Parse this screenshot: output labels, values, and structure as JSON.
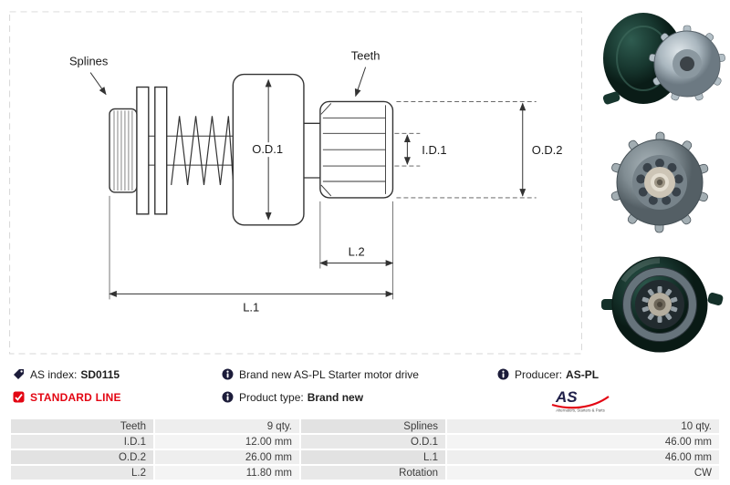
{
  "drawing": {
    "labels": {
      "splines": "Splines",
      "teeth": "Teeth",
      "od1": "O.D.1",
      "id1": "I.D.1",
      "od2": "O.D.2",
      "l2": "L.2",
      "l1": "L.1"
    }
  },
  "info": {
    "as_index": {
      "label": "AS index:",
      "value": "SD0115"
    },
    "standard_line": "STANDARD LINE",
    "description": "Brand new AS-PL Starter motor drive",
    "product_type": {
      "label": "Product type:",
      "value": "Brand new"
    },
    "producer": {
      "label": "Producer:",
      "value": "AS-PL"
    },
    "logo": {
      "text": "AS",
      "subtext": "Alternators, Starters & Parts"
    }
  },
  "photos": [
    {
      "name": "starter-drive-angled-view"
    },
    {
      "name": "starter-drive-front-view"
    },
    {
      "name": "starter-drive-rear-view"
    }
  ],
  "specs": {
    "rows": [
      {
        "label1": "Teeth",
        "value1": "9 qty.",
        "label2": "Splines",
        "value2": "10 qty."
      },
      {
        "label1": "I.D.1",
        "value1": "12.00 mm",
        "label2": "O.D.1",
        "value2": "46.00 mm"
      },
      {
        "label1": "O.D.2",
        "value1": "26.00 mm",
        "label2": "L.1",
        "value2": "46.00 mm"
      },
      {
        "label1": "L.2",
        "value1": "11.80 mm",
        "label2": "Rotation",
        "value2": "CW"
      }
    ]
  },
  "colors": {
    "accent_red": "#e30613",
    "line_dark": "#333333",
    "logo_navy": "#20204a",
    "table_key_bg": "#e2e2e2",
    "table_value_bg": "#eeeeee"
  }
}
